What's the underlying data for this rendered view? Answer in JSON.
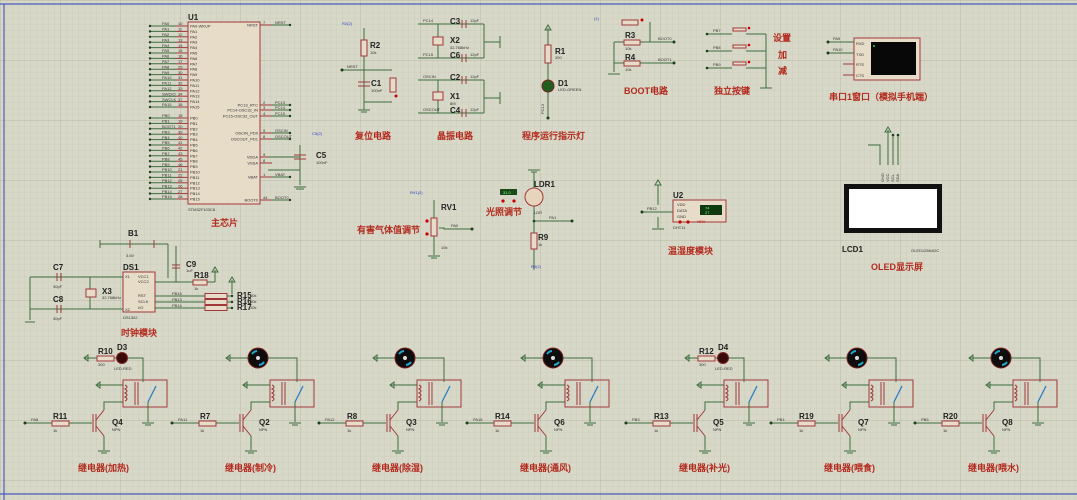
{
  "app": {
    "name": "Proteus Schematic Capture"
  },
  "colors": {
    "sheet_bg": "#d8d8c8",
    "grid": "#c6c6b4",
    "wire": "#3c6e3c",
    "component": "#a0383a",
    "title_text": "#b32a1e",
    "border": "#4a5cc0"
  },
  "mcu": {
    "ref": "U1",
    "part": "STM32F103C8",
    "title": "主芯片",
    "left_pins_a": [
      {
        "net": "PA0",
        "num": "10",
        "name": "PA0-WKUP"
      },
      {
        "net": "PA1",
        "num": "11",
        "name": "PA1"
      },
      {
        "net": "PA2",
        "num": "12",
        "name": "PA2"
      },
      {
        "net": "PA3",
        "num": "13",
        "name": "PA3"
      },
      {
        "net": "PA4",
        "num": "14",
        "name": "PA4"
      },
      {
        "net": "PA5",
        "num": "15",
        "name": "PA5"
      },
      {
        "net": "PA6",
        "num": "16",
        "name": "PA6"
      },
      {
        "net": "PA7",
        "num": "17",
        "name": "PA7"
      },
      {
        "net": "PA8",
        "num": "29",
        "name": "PA8"
      },
      {
        "net": "PA9",
        "num": "30",
        "name": "PA9"
      },
      {
        "net": "PA10",
        "num": "31",
        "name": "PA10"
      },
      {
        "net": "PA11",
        "num": "32",
        "name": "PA11"
      },
      {
        "net": "PA12",
        "num": "33",
        "name": "PA12"
      },
      {
        "net": "SWDIO",
        "num": "34",
        "name": "PA13"
      },
      {
        "net": "SWCLK",
        "num": "37",
        "name": "PA14"
      },
      {
        "net": "PA15",
        "num": "38",
        "name": "PA15"
      }
    ],
    "left_pins_b": [
      {
        "net": "PB0",
        "num": "18",
        "name": "PB0"
      },
      {
        "net": "PB1",
        "num": "19",
        "name": "PB1"
      },
      {
        "net": "BOOT1",
        "num": "20",
        "name": "PB2"
      },
      {
        "net": "PB3",
        "num": "39",
        "name": "PB3"
      },
      {
        "net": "PB4",
        "num": "40",
        "name": "PB4"
      },
      {
        "net": "PB5",
        "num": "41",
        "name": "PB5"
      },
      {
        "net": "PB6",
        "num": "42",
        "name": "PB6"
      },
      {
        "net": "PB7",
        "num": "43",
        "name": "PB7"
      },
      {
        "net": "PB8",
        "num": "45",
        "name": "PB8"
      },
      {
        "net": "PB9",
        "num": "46",
        "name": "PB9"
      },
      {
        "net": "PB10",
        "num": "21",
        "name": "PB10"
      },
      {
        "net": "PB11",
        "num": "22",
        "name": "PB11"
      },
      {
        "net": "PB12",
        "num": "25",
        "name": "PB12"
      },
      {
        "net": "PB13",
        "num": "26",
        "name": "PB13"
      },
      {
        "net": "PB14",
        "num": "27",
        "name": "PB14"
      },
      {
        "net": "PB15",
        "num": "28",
        "name": "PB15"
      }
    ],
    "right_pins": [
      {
        "net": "NRST",
        "num": "7",
        "name": "NRST"
      },
      {
        "net": "PC13",
        "num": "2",
        "name": "PC13_RTC"
      },
      {
        "net": "PC14",
        "num": "3",
        "name": "PC14-OSC32_IN"
      },
      {
        "net": "PC15",
        "num": "4",
        "name": "PC15-OSC32_OUT"
      },
      {
        "net": "OSCIN",
        "num": "5",
        "name": "OSCIN_PD0"
      },
      {
        "net": "OSCOUT",
        "num": "6",
        "name": "OSCOUT_PD1"
      },
      {
        "net": "",
        "num": "9",
        "name": "VDDA"
      },
      {
        "net": "",
        "num": "8",
        "name": "VSSA"
      },
      {
        "net": "VBAT",
        "num": "1",
        "name": "VBAT"
      },
      {
        "net": "BOOT0",
        "num": "44",
        "name": "BOOT0"
      }
    ],
    "c5": {
      "ref": "C5",
      "value": "100nF"
    },
    "probe": "C5(2)"
  },
  "reset": {
    "title": "复位电路",
    "r": {
      "ref": "R2",
      "value": "10k"
    },
    "c": {
      "ref": "C1",
      "value": "100nF"
    },
    "net": "NRST",
    "probe": "R2(2)"
  },
  "crystal": {
    "title": "晶振电路",
    "c3": {
      "ref": "C3",
      "value": "12pF"
    },
    "c6": {
      "ref": "C6",
      "value": "12pF"
    },
    "x2": {
      "ref": "X2",
      "value": "32.768kHz"
    },
    "c2": {
      "ref": "C2",
      "value": "12pF"
    },
    "c4": {
      "ref": "C4",
      "value": "12pF"
    },
    "x1": {
      "ref": "X1",
      "value": "8M"
    },
    "nets": [
      "PC14",
      "PC15",
      "OSCIN",
      "OSCOUT"
    ]
  },
  "run_led": {
    "title": "程序运行指示灯",
    "r": {
      "ref": "R1",
      "value": "300"
    },
    "d": {
      "ref": "D1",
      "value": "LED-GREEN"
    },
    "net": "PC13"
  },
  "boot": {
    "title": "BOOT电路",
    "r3": {
      "ref": "R3",
      "value": "10k"
    },
    "r4": {
      "ref": "R4",
      "value": "10k"
    },
    "nets": [
      "BOOT0",
      "BOOT1"
    ],
    "probe": "(1)"
  },
  "keys": {
    "title": "独立按键",
    "nets": [
      "PB7",
      "PB8",
      "PB9"
    ],
    "labels": [
      "设置",
      "加",
      "减"
    ]
  },
  "uart": {
    "title": "串口1窗口（模拟手机端）",
    "pins": [
      "RXD",
      "TXD",
      "RTS",
      "CTS"
    ],
    "nets": [
      "PA9",
      "PA10"
    ]
  },
  "oled": {
    "title": "OLED显示屏",
    "ref": "LCD1",
    "part": "OLED12864I2C",
    "pins": [
      "GND",
      "VCC",
      "SCL",
      "SDA"
    ]
  },
  "gas": {
    "title": "有害气体值调节",
    "ref": "RV1",
    "value": "10k",
    "net": "PA0",
    "probe": "RV1(2)"
  },
  "light": {
    "title": "光照调节",
    "ref": "LDR1",
    "value": "LDR",
    "r": {
      "ref": "R9",
      "value": "1k"
    },
    "net": "PA1",
    "probe": "R9(2)",
    "meter": "31.0"
  },
  "dht": {
    "title": "温湿度模块",
    "ref": "U2",
    "part": "DHT11",
    "pins": [
      "VDD",
      "DATA",
      "GND"
    ],
    "net": "PB12",
    "temp": "74",
    "hum": "27",
    "btn": "%RH"
  },
  "rtc": {
    "title": "时钟模块",
    "ref": "DS1",
    "part": "DS1302",
    "pins_left": [
      "X1",
      "X2"
    ],
    "pins_right": [
      "VCC1",
      "VCC2",
      "RST",
      "SCLK",
      "I/O"
    ],
    "b1": {
      "ref": "B1",
      "value": "3.6V"
    },
    "c7": {
      "ref": "C7",
      "value": "30pF"
    },
    "c8": {
      "ref": "C8",
      "value": "30pF"
    },
    "c9": {
      "ref": "C9",
      "value": "1uF"
    },
    "x3": {
      "ref": "X3",
      "value": "32.768kHz"
    },
    "r18": {
      "ref": "R18",
      "value": "1k"
    },
    "pullups": [
      {
        "ref": "R15",
        "value": "10k"
      },
      {
        "ref": "R16",
        "value": "10k"
      },
      {
        "ref": "R17",
        "value": "10k"
      }
    ],
    "nets": [
      "PB15",
      "PB13",
      "PB14"
    ]
  },
  "relays": [
    {
      "title": "继电器(加热)",
      "rb": "R11",
      "rb_val": "1k",
      "q": "Q4",
      "q_type": "NPN",
      "net": "PA8",
      "load": "led",
      "rl": "R10",
      "rl_val": "300",
      "d": "D3",
      "d_val": "LED-RED"
    },
    {
      "title": "继电器(制冷)",
      "rb": "R7",
      "rb_val": "1k",
      "q": "Q2",
      "q_type": "NPN",
      "net": "PA11",
      "load": "motor"
    },
    {
      "title": "继电器(除湿)",
      "rb": "R8",
      "rb_val": "1k",
      "q": "Q3",
      "q_type": "NPN",
      "net": "PA12",
      "load": "motor"
    },
    {
      "title": "继电器(通风)",
      "rb": "R14",
      "rb_val": "1k",
      "q": "Q6",
      "q_type": "NPN",
      "net": "PA15",
      "load": "motor"
    },
    {
      "title": "继电器(补光)",
      "rb": "R13",
      "rb_val": "1k",
      "q": "Q5",
      "q_type": "NPN",
      "net": "PB3",
      "load": "led",
      "rl": "R12",
      "rl_val": "300",
      "d": "D4",
      "d_val": "LED-RED"
    },
    {
      "title": "继电器(喂食)",
      "rb": "R19",
      "rb_val": "1k",
      "q": "Q7",
      "q_type": "NPN",
      "net": "PB4",
      "load": "motor"
    },
    {
      "title": "继电器(喂水)",
      "rb": "R20",
      "rb_val": "1k",
      "q": "Q8",
      "q_type": "NPN",
      "net": "PB5",
      "load": "motor"
    }
  ]
}
